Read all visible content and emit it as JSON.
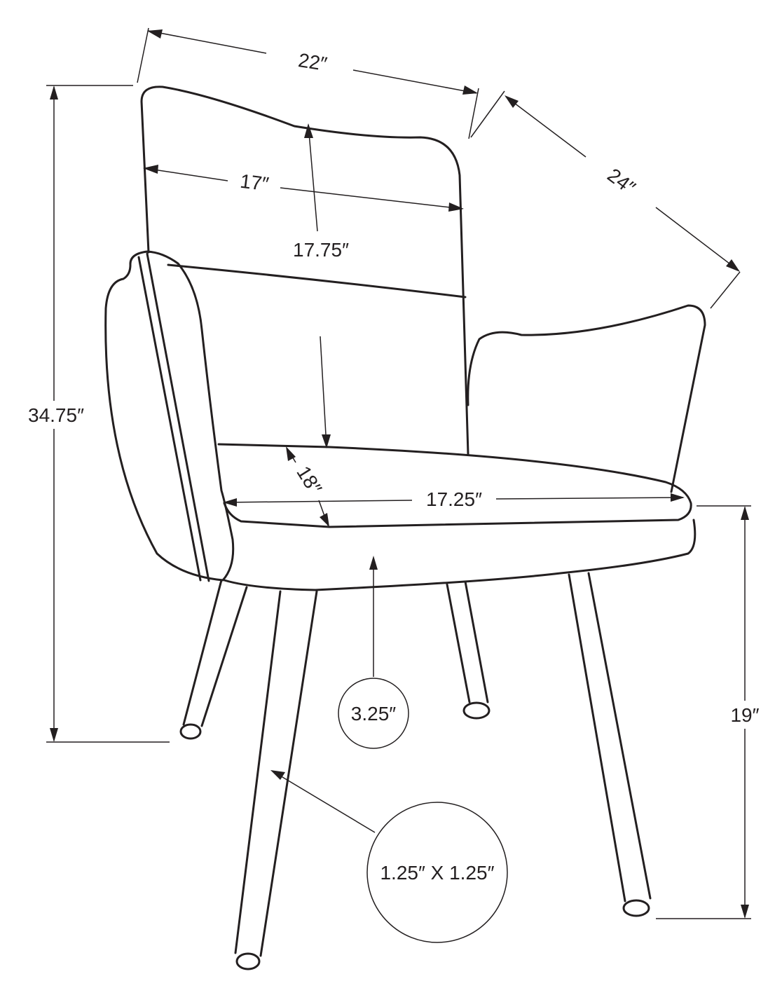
{
  "colors": {
    "ink": "#231f20",
    "background": "#ffffff"
  },
  "dimensions": {
    "overall_width": "22″",
    "back_width": "17″",
    "back_height": "17.75″",
    "overall_depth": "24″",
    "overall_height": "34.75″",
    "seat_depth": "18″",
    "seat_width": "17.25″",
    "seat_thickness": "3.25″",
    "seat_height": "19″",
    "leg_size": "1.25″ X 1.25″"
  }
}
